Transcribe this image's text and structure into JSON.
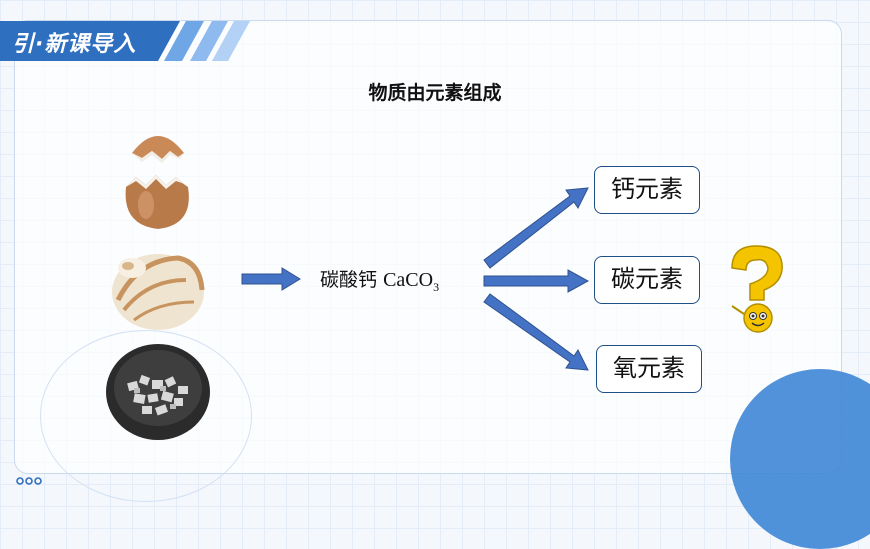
{
  "header": {
    "title": "引·新课导入"
  },
  "slide": {
    "heading": "物质由元素组成",
    "compound_name": "碳酸钙",
    "formula_main": "CaCO",
    "formula_sub": "3",
    "elements": [
      "钙元素",
      "碳元素",
      "氧元素"
    ]
  },
  "colors": {
    "accent": "#2f6fc0",
    "arrow": "#4472c4",
    "box_border": "#1f4f87",
    "question": "#f5c400"
  },
  "icons": [
    "eggshell-image",
    "seashell-image",
    "limestone-bowl-image",
    "question-mark-icon",
    "right-arrow-icon"
  ]
}
